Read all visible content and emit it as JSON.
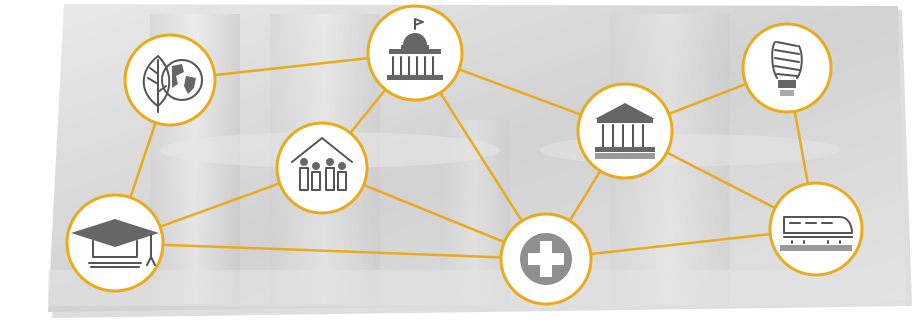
{
  "colors": {
    "accent": "#EAAA1E",
    "background_photo": "#dcdcdc",
    "icon": "#5f5f5f"
  },
  "nodes": [
    {
      "id": "environment",
      "icon": "leaf-globe-icon"
    },
    {
      "id": "capitol",
      "icon": "capitol-building-icon"
    },
    {
      "id": "community",
      "icon": "family-housing-icon"
    },
    {
      "id": "government",
      "icon": "government-building-icon"
    },
    {
      "id": "energy",
      "icon": "light-bulb-icon"
    },
    {
      "id": "education",
      "icon": "graduation-cap-icon"
    },
    {
      "id": "health",
      "icon": "medical-cross-icon"
    },
    {
      "id": "transport",
      "icon": "train-icon"
    }
  ],
  "links": [
    [
      "environment",
      "capitol"
    ],
    [
      "environment",
      "education"
    ],
    [
      "capitol",
      "community"
    ],
    [
      "capitol",
      "government"
    ],
    [
      "capitol",
      "health"
    ],
    [
      "community",
      "education"
    ],
    [
      "community",
      "health"
    ],
    [
      "government",
      "health"
    ],
    [
      "government",
      "energy"
    ],
    [
      "government",
      "transport"
    ],
    [
      "energy",
      "transport"
    ],
    [
      "education",
      "health"
    ],
    [
      "health",
      "transport"
    ]
  ]
}
